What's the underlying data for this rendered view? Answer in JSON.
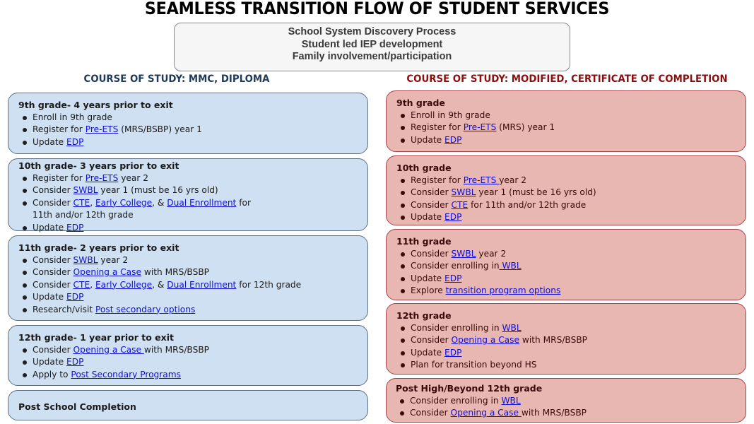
{
  "title": "SEAMLESS TRANSITION FLOW OF STUDENT SERVICES",
  "intro": [
    "School System Discovery Process",
    "Student led IEP development",
    "Family involvement/participation"
  ],
  "left": {
    "heading": "COURSE OF STUDY: MMC, DIPLOMA",
    "color_bg": "#cfe0f2",
    "boxes": [
      {
        "title": "9th grade- 4 years prior to exit",
        "items": [
          [
            {
              "t": "Enroll in 9th grade"
            }
          ],
          [
            {
              "t": "Register for "
            },
            {
              "l": "Pre-ETS"
            },
            {
              "t": " (MRS/BSBP) year 1"
            }
          ],
          [
            {
              "t": "Update "
            },
            {
              "l": "EDP"
            }
          ]
        ]
      },
      {
        "title": "10th grade- 3 years prior to exit",
        "items": [
          [
            {
              "t": "Register for "
            },
            {
              "l": "Pre-ETS"
            },
            {
              "t": " year 2"
            }
          ],
          [
            {
              "t": "Consider "
            },
            {
              "l": "SWBL"
            },
            {
              "t": " year 1 (must be 16 yrs old)"
            }
          ],
          [
            {
              "t": "Consider "
            },
            {
              "l": "CTE"
            },
            {
              "t": ", "
            },
            {
              "l": "Early College"
            },
            {
              "t": ", & "
            },
            {
              "l": "Dual Enrollment"
            },
            {
              "t": " for"
            },
            {
              "br": "11th and/or 12th grade"
            }
          ],
          [
            {
              "t": "Update "
            },
            {
              "l": "EDP"
            }
          ]
        ]
      },
      {
        "title": "11th grade- 2 years prior to exit",
        "items": [
          [
            {
              "t": "Consider "
            },
            {
              "l": "SWBL"
            },
            {
              "t": " year 2"
            }
          ],
          [
            {
              "t": "Consider "
            },
            {
              "l": "Opening a Case"
            },
            {
              "t": " with MRS/BSBP"
            }
          ],
          [
            {
              "t": "Consider "
            },
            {
              "l": "CTE"
            },
            {
              "t": ", "
            },
            {
              "l": "Early College"
            },
            {
              "t": ", & "
            },
            {
              "l": "Dual Enrollment"
            },
            {
              "t": " for 12th grade"
            }
          ],
          [
            {
              "t": "Update "
            },
            {
              "l": "EDP"
            }
          ],
          [
            {
              "t": "Research/visit "
            },
            {
              "l": "Post secondary options"
            }
          ]
        ]
      },
      {
        "title": "12th grade- 1 year prior to exit",
        "items": [
          [
            {
              "t": "Consider "
            },
            {
              "l": "Opening a Case "
            },
            {
              "t": "with MRS/BSBP"
            }
          ],
          [
            {
              "t": "Update "
            },
            {
              "l": "EDP"
            }
          ],
          [
            {
              "t": "Apply to "
            },
            {
              "l": "Post Secondary Programs"
            }
          ]
        ]
      },
      {
        "title": "Post School Completion",
        "items": []
      }
    ]
  },
  "right": {
    "heading": "COURSE OF STUDY: MODIFIED, CERTIFICATE OF COMPLETION",
    "color_bg": "#e8b7b1",
    "boxes": [
      {
        "title": "9th grade",
        "items": [
          [
            {
              "t": "Enroll in 9th grade"
            }
          ],
          [
            {
              "t": "Register for "
            },
            {
              "l": "Pre-ETS"
            },
            {
              "t": " (MRS) year 1"
            }
          ],
          [
            {
              "t": "Update "
            },
            {
              "l": "EDP"
            }
          ]
        ]
      },
      {
        "title": "10th grade",
        "items": [
          [
            {
              "t": "Register for "
            },
            {
              "l": "Pre-ETS "
            },
            {
              "t": "year 2"
            }
          ],
          [
            {
              "t": "Consider "
            },
            {
              "l": "SWBL"
            },
            {
              "t": " year 1 (must be 16 yrs old)"
            }
          ],
          [
            {
              "t": "Consider "
            },
            {
              "l": "CTE"
            },
            {
              "t": " for 11th and/or 12th grade"
            }
          ],
          [
            {
              "t": "Update "
            },
            {
              "l": "EDP"
            }
          ]
        ]
      },
      {
        "title": "11th grade",
        "items": [
          [
            {
              "t": "Consider "
            },
            {
              "l": "SWBL"
            },
            {
              "t": " year 2"
            }
          ],
          [
            {
              "t": "Consider enrolling in"
            },
            {
              "l": " WBL"
            }
          ],
          [
            {
              "t": "Update "
            },
            {
              "l": "EDP"
            }
          ],
          [
            {
              "t": "Explore "
            },
            {
              "l": "transition program options"
            }
          ]
        ]
      },
      {
        "title": "12th grade",
        "items": [
          [
            {
              "t": "Consider enrolling in "
            },
            {
              "l": "WBL"
            }
          ],
          [
            {
              "t": "Consider "
            },
            {
              "l": "Opening a Case"
            },
            {
              "t": " with MRS/BSBP"
            }
          ],
          [
            {
              "t": "Update "
            },
            {
              "l": "EDP"
            }
          ],
          [
            {
              "t": "Plan for transition beyond HS"
            }
          ]
        ]
      },
      {
        "title": "Post High/Beyond 12th grade",
        "items": [
          [
            {
              "t": "Consider enrolling in "
            },
            {
              "l": "WBL"
            }
          ],
          [
            {
              "t": "Consider "
            },
            {
              "l": "Opening a Case "
            },
            {
              "t": "with MRS/BSBP"
            }
          ]
        ]
      }
    ]
  }
}
